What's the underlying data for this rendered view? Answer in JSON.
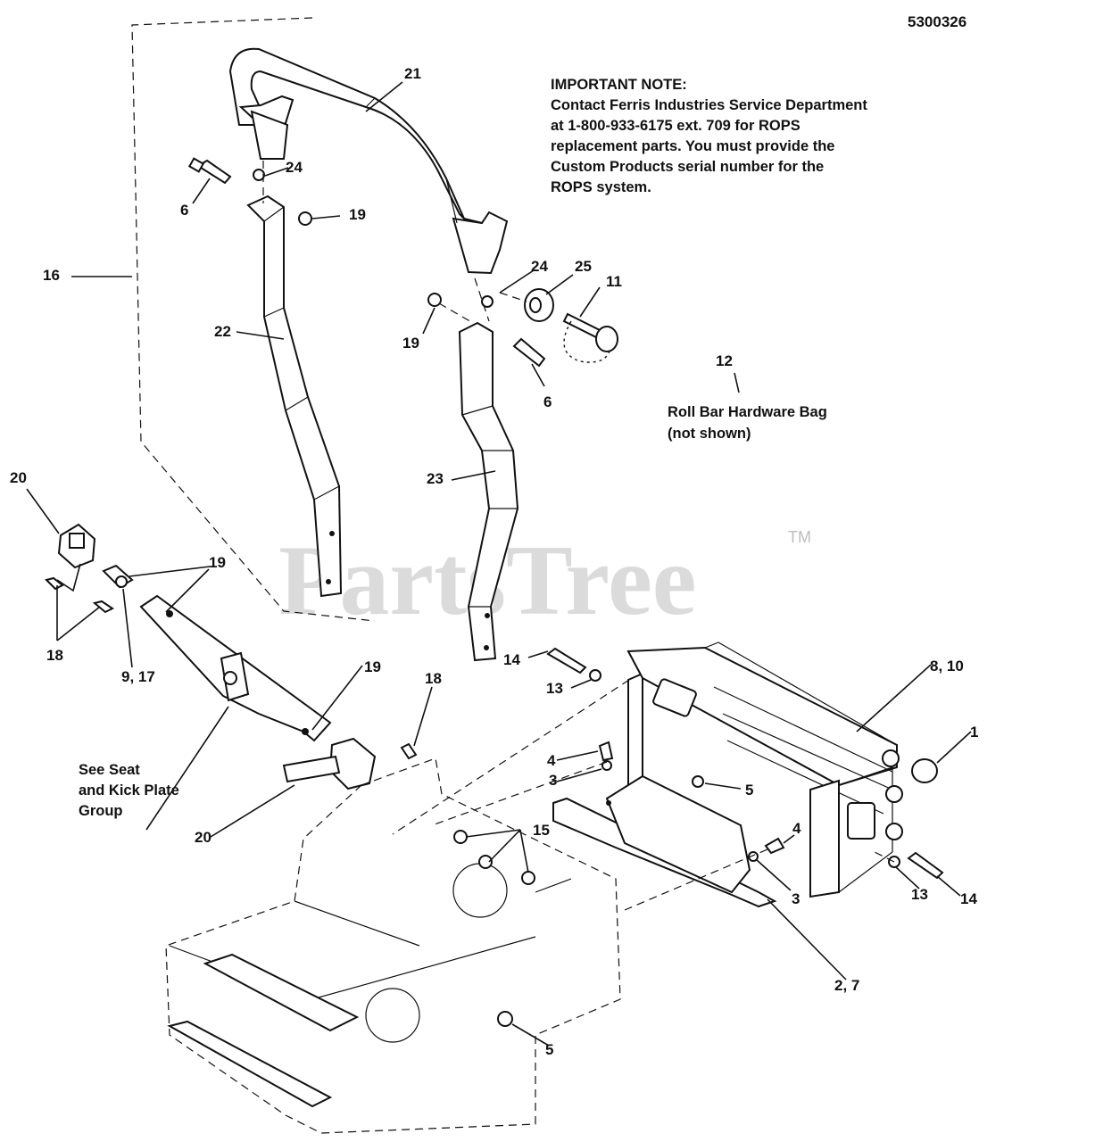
{
  "document_id": "5300326",
  "watermark": {
    "text": "PartsTree",
    "trademark": "TM"
  },
  "important_note": [
    "IMPORTANT NOTE:",
    "Contact Ferris Industries Service Department",
    "at 1-800-933-6175 ext. 709 for ROPS",
    "replacement parts.  You must provide the",
    "Custom Products serial number for the",
    "ROPS system."
  ],
  "hardware_bag": {
    "number": "12",
    "lines": [
      "Roll Bar Hardware Bag",
      "(not shown)"
    ]
  },
  "see_group": [
    "See Seat",
    "and Kick Plate",
    "Group"
  ],
  "callouts": {
    "c21": "21",
    "c24a": "24",
    "c6a": "6",
    "c19a": "19",
    "c16": "16",
    "c24b": "24",
    "c25": "25",
    "c11": "11",
    "c19b": "19",
    "c6b": "6",
    "c22": "22",
    "c23": "23",
    "c20a": "20",
    "c19c": "19",
    "c18a": "18",
    "c9_17": "9, 17",
    "c19d": "19",
    "c14a": "14",
    "c13a": "13",
    "c8_10": "8, 10",
    "c1": "1",
    "c18b": "18",
    "c4a": "4",
    "c3a": "3",
    "c5a": "5",
    "c15": "15",
    "c4b": "4",
    "c3b": "3",
    "c13b": "13",
    "c14b": "14",
    "c20b": "20",
    "c2_7": "2, 7",
    "c5b": "5"
  }
}
